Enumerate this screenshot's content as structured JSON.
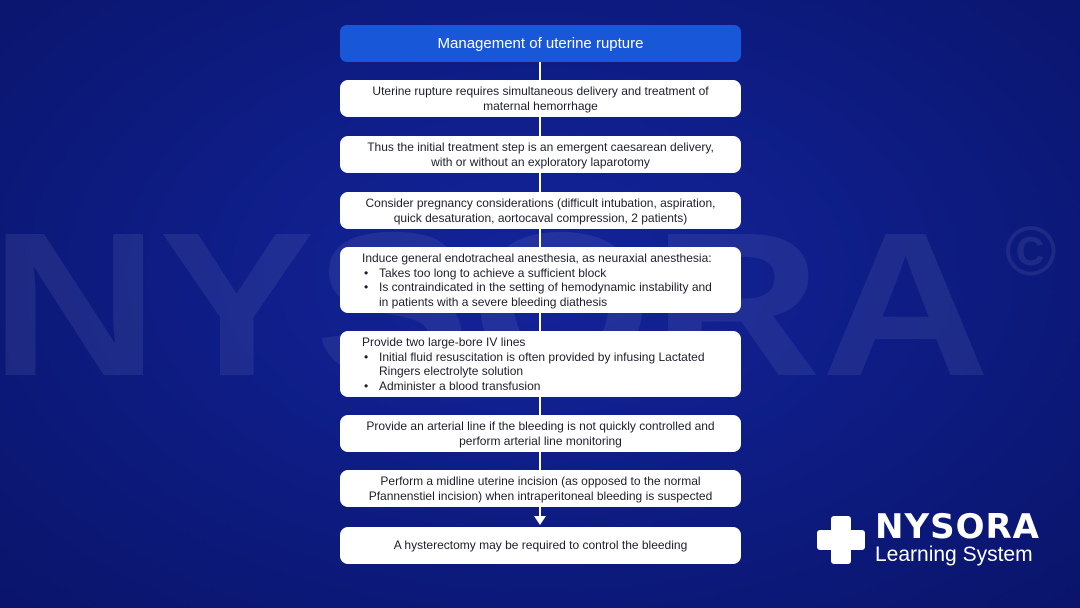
{
  "title": "Management of uterine rupture",
  "steps": [
    {
      "text": "Uterine rupture requires simultaneous delivery and treatment of maternal hemorrhage"
    },
    {
      "text": "Thus the initial treatment step is an emergent caesarean delivery, with or without an exploratory laparotomy"
    },
    {
      "text": "Consider pregnancy considerations (difficult intubation, aspiration, quick desaturation, aortocaval compression, 2 patients)"
    },
    {
      "text": "Induce general endotracheal anesthesia, as neuraxial anesthesia:",
      "bullets": [
        "Takes too long to achieve a sufficient block",
        "Is contraindicated in the setting of hemodynamic instability and in patients with a severe bleeding diathesis"
      ]
    },
    {
      "text": "Provide two large-bore IV lines",
      "bullets": [
        "Initial fluid resuscitation is often provided by infusing Lactated Ringers electrolyte solution",
        "Administer a blood transfusion"
      ]
    },
    {
      "text": "Provide an arterial line if the bleeding is not quickly controlled and perform arterial line monitoring"
    },
    {
      "text": "Perform a midline uterine incision (as opposed to the normal Pfannenstiel incision) when intraperitoneal bleeding is suspected"
    },
    {
      "text": "A hysterectomy may be required to control the bleeding"
    }
  ],
  "watermark": "NYSORA",
  "watermark_mark": "©",
  "logo": {
    "name": "NYSORA",
    "subtitle": "Learning System"
  },
  "colors": {
    "background": "#0e1d86",
    "title_box": "#1858d8",
    "box": "#ffffff",
    "text": "#1c1c2c"
  }
}
